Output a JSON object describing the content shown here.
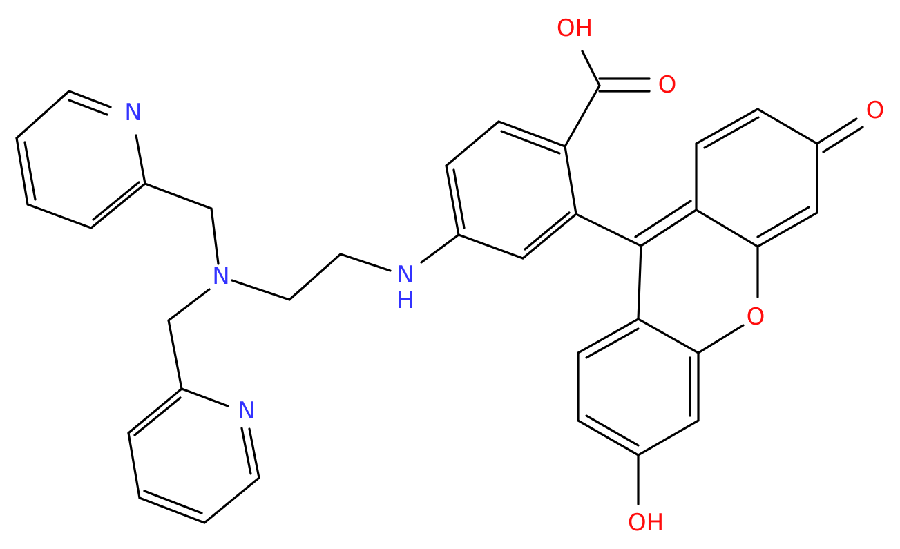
{
  "colors": {
    "bond": "#000000",
    "nitrogen": "#3333ff",
    "oxygen": "#ff0d0d",
    "background": "#ffffff"
  },
  "atoms": {
    "oh_acid": "OH",
    "o_acid": "O",
    "o_ketone": "O",
    "o_ring": "O",
    "oh_phenol": "OH",
    "nh": "N",
    "nh_h": "H",
    "n_amine": "N",
    "n_pyridine_top": "N",
    "n_pyridine_bottom": "N"
  }
}
